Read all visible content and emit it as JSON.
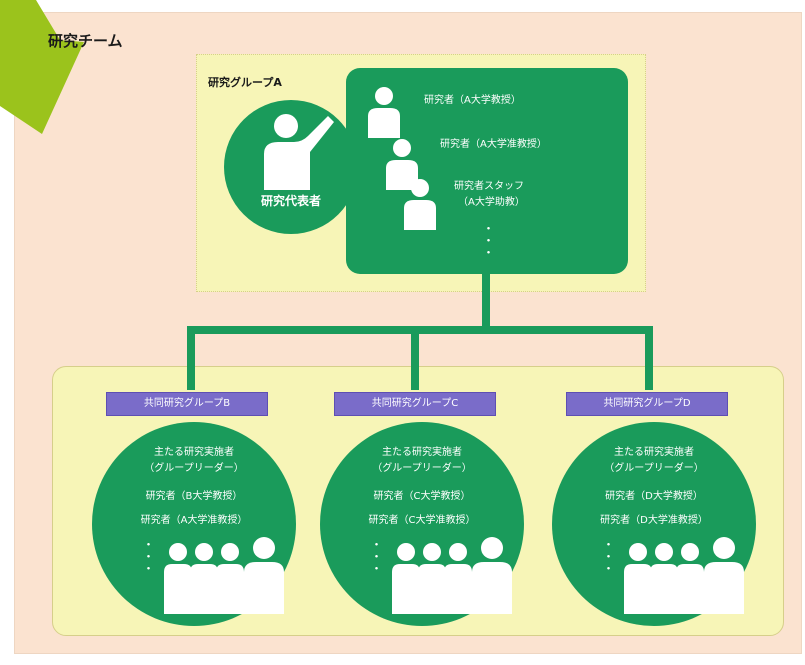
{
  "team_title": "研究チーム",
  "group_a": {
    "label": "研究グループA",
    "representative": "研究代表者",
    "members": [
      "研究者（A大学教授）",
      "研究者（A大学准教授）",
      "研究者スタッフ",
      "（A大学助教）"
    ],
    "ellipsis": "・・・"
  },
  "subgroups": [
    {
      "label": "共同研究グループB",
      "lines": [
        "主たる研究実施者",
        "（グループリーダー）",
        "研究者（B大学教授）",
        "研究者（A大学准教授）"
      ],
      "ellipsis": "・・・"
    },
    {
      "label": "共同研究グループC",
      "lines": [
        "主たる研究実施者",
        "（グループリーダー）",
        "研究者（C大学教授）",
        "研究者（C大学准教授）"
      ],
      "ellipsis": "・・・"
    },
    {
      "label": "共同研究グループD",
      "lines": [
        "主たる研究実施者",
        "（グループリーダー）",
        "研究者（D大学教授）",
        "研究者（D大学准教授）"
      ],
      "ellipsis": "・・・"
    }
  ],
  "colors": {
    "background": "#fbe3d0",
    "panel": "#f7f5b7",
    "green": "#1a9b5b",
    "label_purple": "#7a6cc9",
    "arrow": "#9bc31c"
  }
}
